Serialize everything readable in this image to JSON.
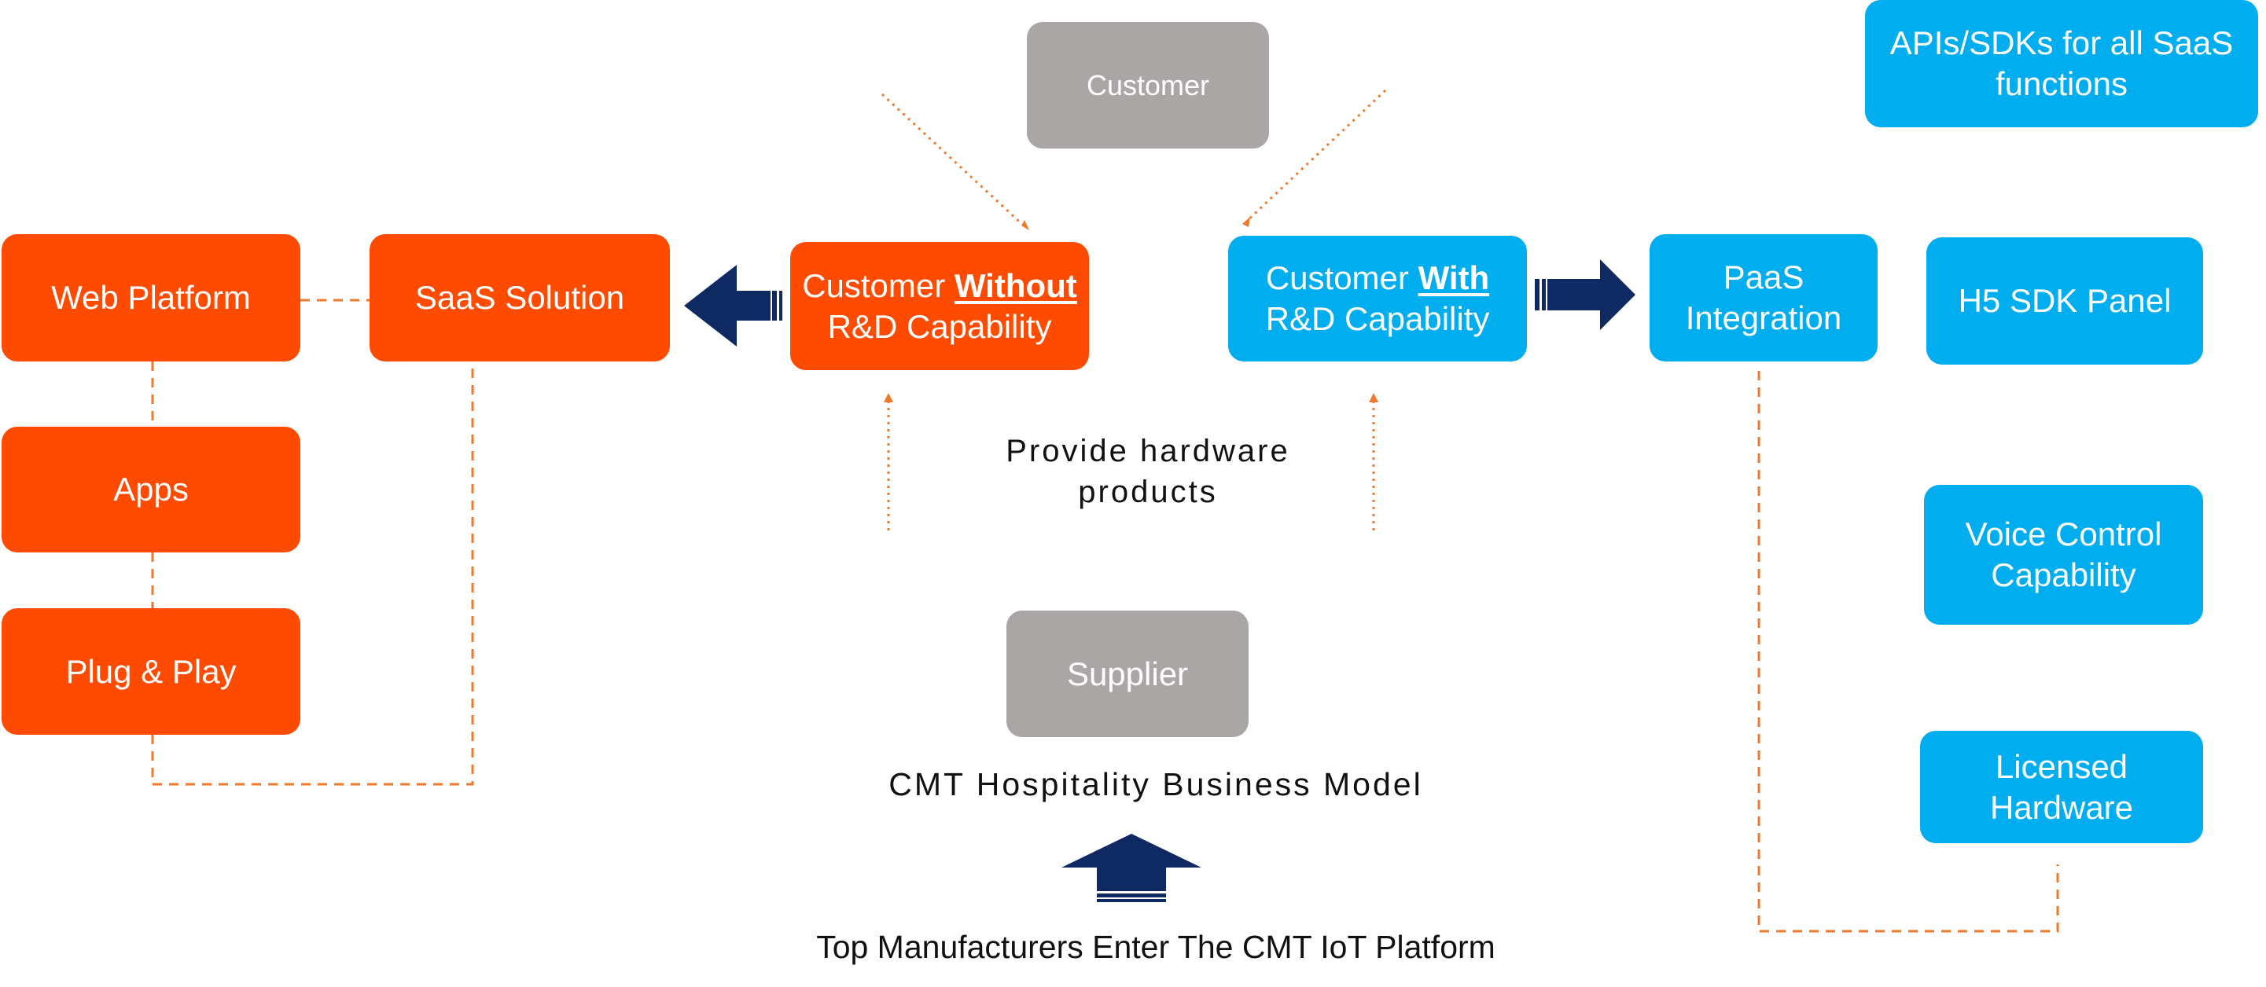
{
  "colors": {
    "orange": "#ff4b00",
    "blue": "#00adef",
    "gray": "#aaa6a5",
    "navy": "#0f2a63",
    "connector": "#f0782d"
  },
  "top_center": {
    "customer": "Customer"
  },
  "left_branch": {
    "web_platform": "Web Platform",
    "saas_solution": "SaaS Solution",
    "apps": "Apps",
    "plug_play": "Plug & Play",
    "customer_without_pre": "Customer ",
    "customer_without_em": "Without",
    "customer_without_line2": "R&D Capability"
  },
  "right_branch": {
    "customer_with_pre": "Customer ",
    "customer_with_em": "With",
    "customer_with_line2": "R&D Capability",
    "paas_line1": "PaaS",
    "paas_line2": "Integration",
    "apis_line1": "APIs/SDKs for all SaaS",
    "apis_line2": "functions",
    "h5_sdk": "H5 SDK Panel",
    "voice_line1": "Voice Control",
    "voice_line2": "Capability",
    "licensed_line1": "Licensed",
    "licensed_line2": "Hardware"
  },
  "center": {
    "provide_line1": "Provide hardware",
    "provide_line2": "products",
    "supplier": "Supplier",
    "model_caption": "CMT Hospitality Business Model",
    "bottom_caption": "Top Manufacturers Enter The CMT IoT Platform"
  }
}
